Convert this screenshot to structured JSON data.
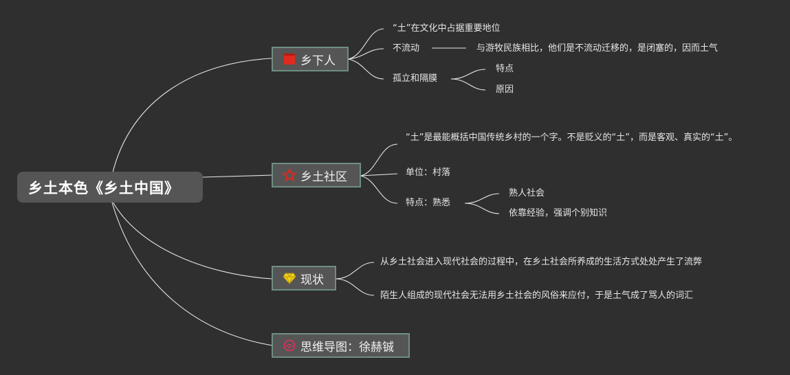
{
  "root": {
    "title": "乡土本色《乡土中国》"
  },
  "branches": [
    {
      "label": "乡下人",
      "icon": "red-flag-icon",
      "items": [
        {
          "text": "“土”在文化中占据重要地位"
        },
        {
          "text": "不流动",
          "detail": "与游牧民族相比，他们是不流动迁移的，是闭塞的，因而土气"
        },
        {
          "text": "孤立和隔膜",
          "children": [
            "特点",
            "原因"
          ]
        }
      ]
    },
    {
      "label": "乡土社区",
      "icon": "red-star-icon",
      "items": [
        {
          "text": "“土”是最能概括中国传统乡村的一个字。不是贬义的“土”，而是客观、真实的“土”。"
        },
        {
          "text": "单位：村落"
        },
        {
          "text": "特点：熟悉",
          "children": [
            "熟人社会",
            "依靠经验，强调个别知识"
          ]
        }
      ]
    },
    {
      "label": "现状",
      "icon": "yellow-diamond-icon",
      "items": [
        {
          "text": "从乡土社会进入现代社会的过程中，在乡土社会所养成的生活方式处处产生了流弊"
        },
        {
          "text": "陌生人组成的现代社会无法用乡土社会的风俗来应付，于是土气成了骂人的词汇"
        }
      ]
    },
    {
      "label": "思维导图：徐赫铖",
      "icon": "pink-emblem-icon",
      "items": []
    }
  ]
}
